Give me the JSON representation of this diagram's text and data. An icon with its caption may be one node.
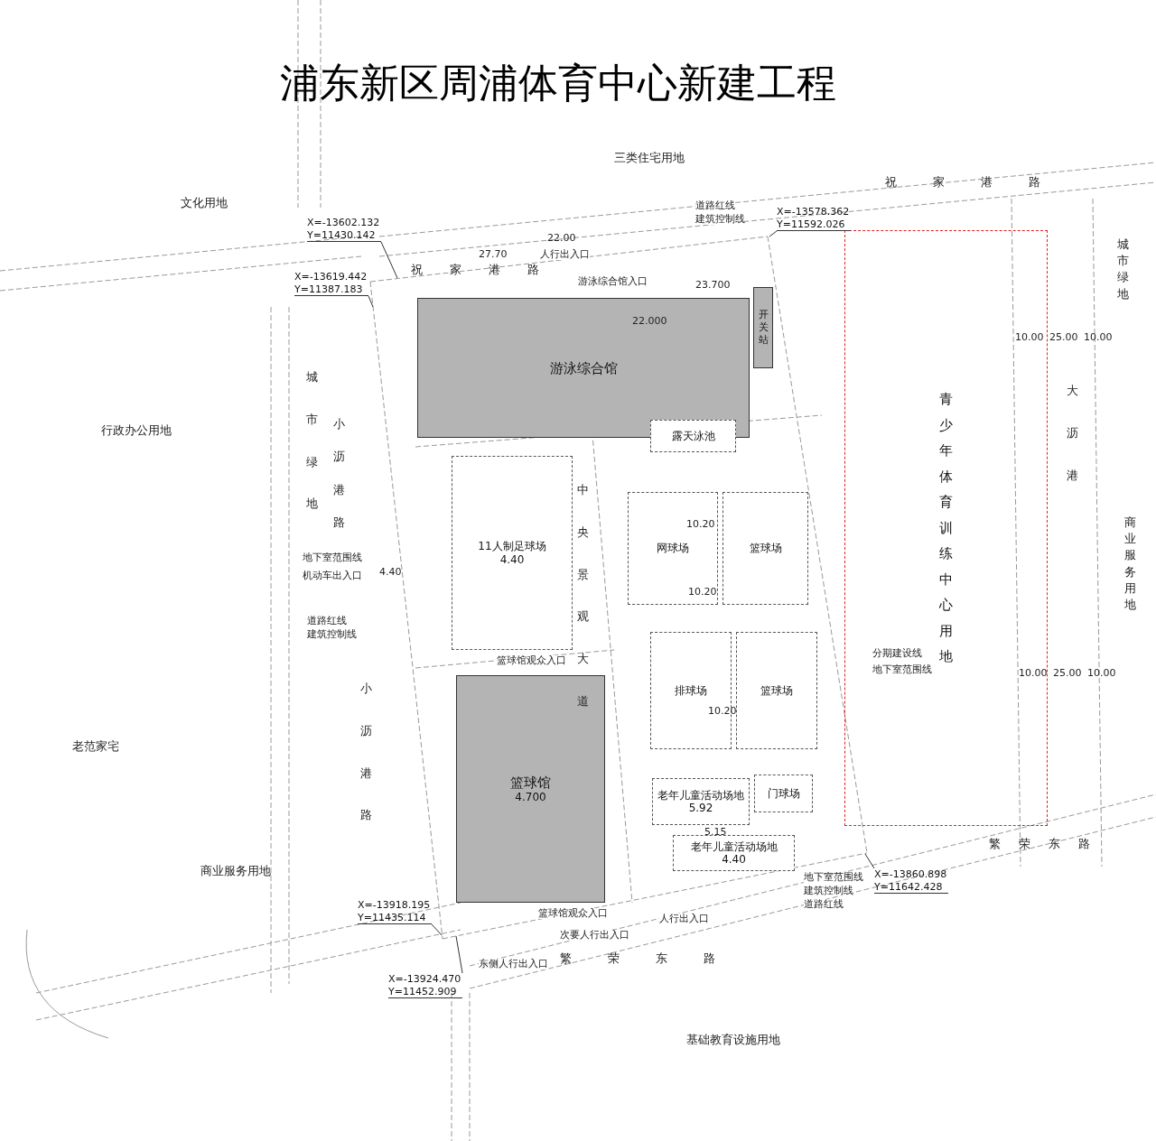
{
  "diagram": {
    "title": "浦东新区周浦体育中心新建工程",
    "nodes": [
      {
        "text": [
          "游泳综合馆"
        ]
      },
      {
        "text": [
          "开关站"
        ]
      },
      {
        "text": [
          "露天泳池"
        ]
      },
      {
        "text": [
          "11人制足球场",
          "4.40"
        ]
      },
      {
        "text": [
          "网球场"
        ]
      },
      {
        "text": [
          "篮球场"
        ]
      },
      {
        "text": [
          "排球场"
        ]
      },
      {
        "text": [
          "篮球场"
        ]
      },
      {
        "text": [
          "篮球馆",
          "4.700"
        ]
      },
      {
        "text": [
          "门球场"
        ]
      },
      {
        "text": [
          "老年儿童活动场地",
          "5.92"
        ]
      },
      {
        "text": [
          "老年儿童活动场地",
          "4.40"
        ]
      },
      {
        "text": [
          "青少年体育训练中心用地"
        ]
      },
      {
        "text": [
          "X=-13602.132",
          "Y=11430.142"
        ]
      },
      {
        "text": [
          "X=-13619.442",
          "Y=11387.183"
        ]
      },
      {
        "text": [
          "X=-13578.362",
          "Y=11592.026"
        ]
      },
      {
        "text": [
          "X=-13918.195",
          "Y=11435.114"
        ]
      },
      {
        "text": [
          "X=-13924.470",
          "Y=11452.909"
        ]
      },
      {
        "text": [
          "X=-13860.898",
          "Y=11642.428"
        ]
      }
    ],
    "edges": [
      {
        "from": 13,
        "to": null,
        "arrow": "none"
      },
      {
        "from": 14,
        "to": null,
        "arrow": "none"
      },
      {
        "from": 15,
        "to": null,
        "arrow": "none"
      },
      {
        "from": 16,
        "to": null,
        "arrow": "none"
      },
      {
        "from": 17,
        "to": null,
        "arrow": "none"
      },
      {
        "from": 18,
        "to": null,
        "arrow": "none"
      }
    ],
    "labels": [
      "三类住宅用地",
      "文化用地",
      "祝家港路",
      "祝家港路",
      "城市绿地",
      "行政办公用地",
      "小沥港路",
      "小沥港路",
      "城市绿地",
      "大沥港",
      "商业服务用地",
      "老范家宅",
      "商业服务用地",
      "繁荣东路",
      "繁荣东路",
      "基础教育设施用地",
      "中央景观大道",
      "人行出入口",
      "游泳综合馆入口",
      "机动车出入口",
      "篮球馆观众入口",
      "篮球馆观众入口",
      "东侧人行出入口",
      "次要人行出入口",
      "人行出入口",
      "道路红线",
      "建筑控制线",
      "地下室范围线",
      "分期建设线",
      "地下室范围线",
      "地下室范围线",
      "建筑控制线",
      "道路红线",
      "道路红线",
      "建筑控制线",
      "10.00",
      "25.00",
      "10.00",
      "10.00",
      "25.00",
      "10.00",
      "22.00",
      "27.70",
      "23.700",
      "22.000",
      "10.20",
      "10.20",
      "10.20",
      "5.15",
      "4.40"
    ]
  }
}
